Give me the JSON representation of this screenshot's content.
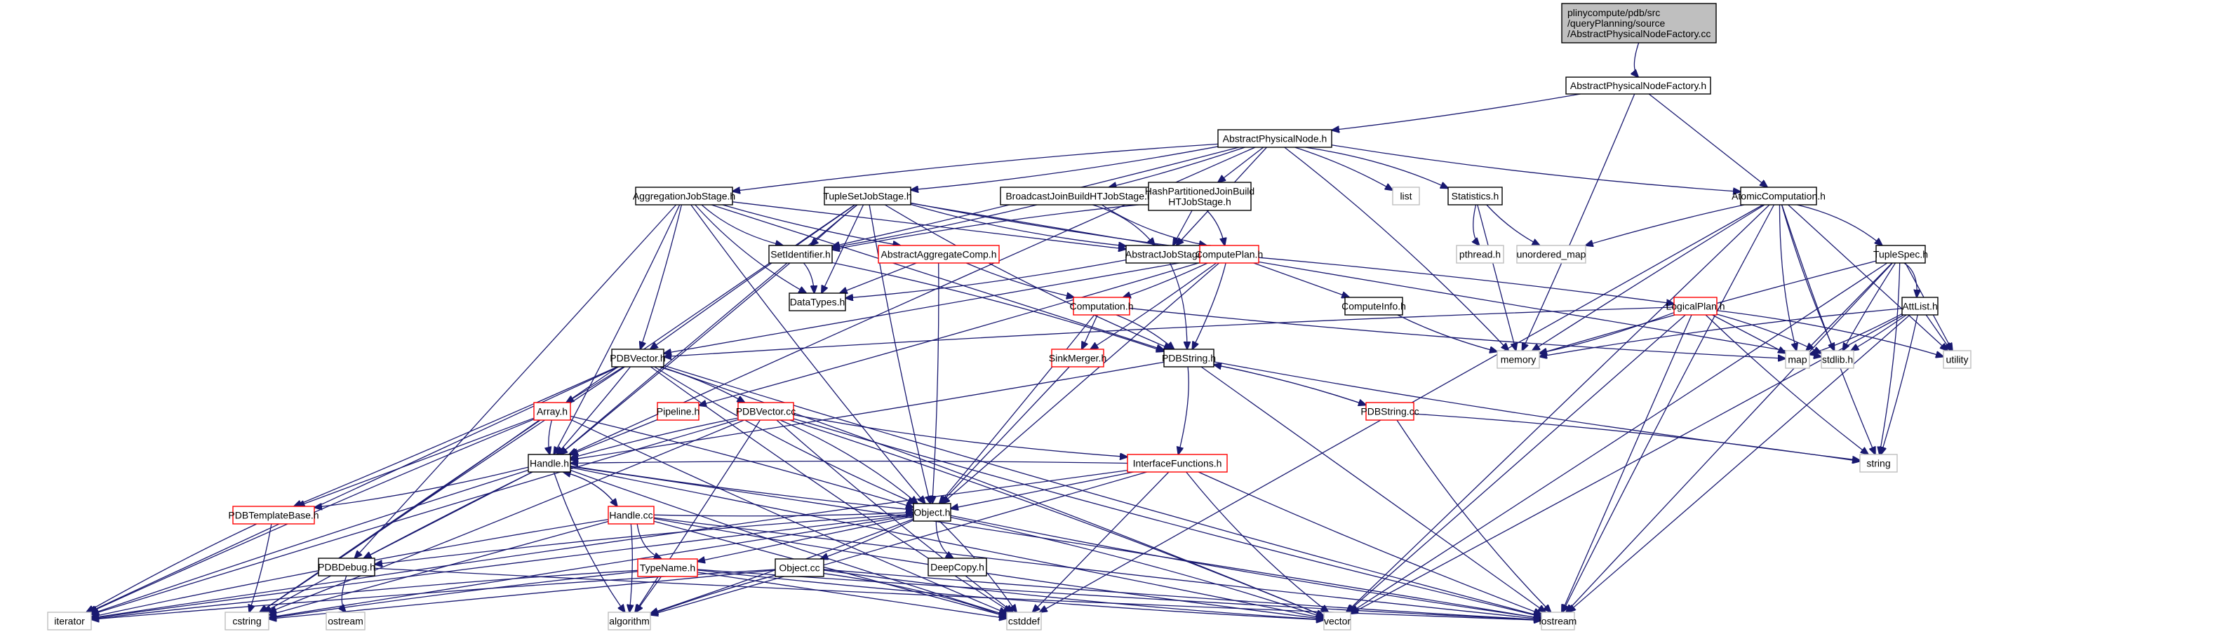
{
  "graph": {
    "title": "Include dependency graph for AbstractPhysicalNodeFactory.cc",
    "edge_color": "#191970",
    "styles": {
      "root": {
        "fill": "#bfbfbf",
        "stroke": "#000000"
      },
      "normal": {
        "fill": "#ffffff",
        "stroke": "#000000"
      },
      "red": {
        "fill": "#ffffff",
        "stroke": "#ff0000"
      },
      "external": {
        "fill": "#ffffff",
        "stroke": "#bfbfbf"
      }
    },
    "nodes": [
      {
        "id": "root",
        "label": [
          "plinycompute/pdb/src",
          "/queryPlanning/source",
          "/AbstractPhysicalNodeFactory.cc"
        ],
        "style": "root"
      },
      {
        "id": "apnf",
        "label": [
          "AbstractPhysicalNodeFactory.h"
        ],
        "style": "normal"
      },
      {
        "id": "apn",
        "label": [
          "AbstractPhysicalNode.h"
        ],
        "style": "normal"
      },
      {
        "id": "ajs",
        "label": [
          "AggregationJobStage.h"
        ],
        "style": "normal"
      },
      {
        "id": "tsjs",
        "label": [
          "TupleSetJobStage.h"
        ],
        "style": "normal"
      },
      {
        "id": "bjb",
        "label": [
          "BroadcastJoinBuildHTJobStage.h"
        ],
        "style": "normal"
      },
      {
        "id": "hpjb",
        "label": [
          "HashPartitionedJoinBuild",
          "HTJobStage.h"
        ],
        "style": "normal"
      },
      {
        "id": "list",
        "label": [
          "list"
        ],
        "style": "external"
      },
      {
        "id": "stats",
        "label": [
          "Statistics.h"
        ],
        "style": "normal"
      },
      {
        "id": "atomic",
        "label": [
          "AtomicComputation.h"
        ],
        "style": "normal"
      },
      {
        "id": "setid",
        "label": [
          "SetIdentifier.h"
        ],
        "style": "normal"
      },
      {
        "id": "aac",
        "label": [
          "AbstractAggregateComp.h"
        ],
        "style": "red"
      },
      {
        "id": "absjs",
        "label": [
          "AbstractJobStage.h"
        ],
        "style": "normal"
      },
      {
        "id": "cplan",
        "label": [
          "ComputePlan.h"
        ],
        "style": "red"
      },
      {
        "id": "pthread",
        "label": [
          "pthread.h"
        ],
        "style": "external"
      },
      {
        "id": "umap",
        "label": [
          "unordered_map"
        ],
        "style": "external"
      },
      {
        "id": "tspec",
        "label": [
          "TupleSpec.h"
        ],
        "style": "normal"
      },
      {
        "id": "dtypes",
        "label": [
          "DataTypes.h"
        ],
        "style": "normal"
      },
      {
        "id": "comp",
        "label": [
          "Computation.h"
        ],
        "style": "red"
      },
      {
        "id": "cinfo",
        "label": [
          "ComputeInfo.h"
        ],
        "style": "normal"
      },
      {
        "id": "lplan",
        "label": [
          "LogicalPlan.h"
        ],
        "style": "red"
      },
      {
        "id": "attlist",
        "label": [
          "AttList.h"
        ],
        "style": "normal"
      },
      {
        "id": "pdbvec",
        "label": [
          "PDBVector.h"
        ],
        "style": "normal"
      },
      {
        "id": "sinkm",
        "label": [
          "SinkMerger.h"
        ],
        "style": "red"
      },
      {
        "id": "pdbstr",
        "label": [
          "PDBString.h"
        ],
        "style": "normal"
      },
      {
        "id": "memory",
        "label": [
          "memory"
        ],
        "style": "external"
      },
      {
        "id": "map",
        "label": [
          "map"
        ],
        "style": "external"
      },
      {
        "id": "stdlib",
        "label": [
          "stdlib.h"
        ],
        "style": "external"
      },
      {
        "id": "utility",
        "label": [
          "utility"
        ],
        "style": "external"
      },
      {
        "id": "array",
        "label": [
          "Array.h"
        ],
        "style": "red"
      },
      {
        "id": "pipeline",
        "label": [
          "Pipeline.h"
        ],
        "style": "red"
      },
      {
        "id": "pdbveccc",
        "label": [
          "PDBVector.cc"
        ],
        "style": "red"
      },
      {
        "id": "pdbstrcc",
        "label": [
          "PDBString.cc"
        ],
        "style": "red"
      },
      {
        "id": "ifuncs",
        "label": [
          "InterfaceFunctions.h"
        ],
        "style": "red"
      },
      {
        "id": "string",
        "label": [
          "string"
        ],
        "style": "external"
      },
      {
        "id": "handle",
        "label": [
          "Handle.h"
        ],
        "style": "normal"
      },
      {
        "id": "ptbase",
        "label": [
          "PDBTemplateBase.h"
        ],
        "style": "red"
      },
      {
        "id": "handlecc",
        "label": [
          "Handle.cc"
        ],
        "style": "red"
      },
      {
        "id": "object",
        "label": [
          "Object.h"
        ],
        "style": "normal"
      },
      {
        "id": "pdbdebug",
        "label": [
          "PDBDebug.h"
        ],
        "style": "normal"
      },
      {
        "id": "typename",
        "label": [
          "TypeName.h"
        ],
        "style": "red"
      },
      {
        "id": "objectcc",
        "label": [
          "Object.cc"
        ],
        "style": "normal"
      },
      {
        "id": "deepcopy",
        "label": [
          "DeepCopy.h"
        ],
        "style": "normal"
      },
      {
        "id": "iterator",
        "label": [
          "iterator"
        ],
        "style": "external"
      },
      {
        "id": "cstring",
        "label": [
          "cstring"
        ],
        "style": "external"
      },
      {
        "id": "ostream",
        "label": [
          "ostream"
        ],
        "style": "external"
      },
      {
        "id": "algorithm",
        "label": [
          "algorithm"
        ],
        "style": "external"
      },
      {
        "id": "cstddef",
        "label": [
          "cstddef"
        ],
        "style": "external"
      },
      {
        "id": "vector",
        "label": [
          "vector"
        ],
        "style": "external"
      },
      {
        "id": "iostream",
        "label": [
          "iostream"
        ],
        "style": "external"
      }
    ],
    "edges": [
      [
        "root",
        "apnf"
      ],
      [
        "apnf",
        "apn"
      ],
      [
        "apnf",
        "atomic"
      ],
      [
        "apnf",
        "memory"
      ],
      [
        "apn",
        "ajs"
      ],
      [
        "apn",
        "tsjs"
      ],
      [
        "apn",
        "bjb"
      ],
      [
        "apn",
        "hpjb"
      ],
      [
        "apn",
        "list"
      ],
      [
        "apn",
        "stats"
      ],
      [
        "apn",
        "atomic"
      ],
      [
        "apn",
        "setid"
      ],
      [
        "apn",
        "absjs"
      ],
      [
        "apn",
        "handle"
      ],
      [
        "apn",
        "memory"
      ],
      [
        "ajs",
        "setid"
      ],
      [
        "ajs",
        "aac"
      ],
      [
        "ajs",
        "absjs"
      ],
      [
        "ajs",
        "pdbvec"
      ],
      [
        "ajs",
        "handle"
      ],
      [
        "ajs",
        "dtypes"
      ],
      [
        "ajs",
        "object"
      ],
      [
        "ajs",
        "pdbstr"
      ],
      [
        "ajs",
        "pdbdebug"
      ],
      [
        "tsjs",
        "setid"
      ],
      [
        "tsjs",
        "absjs"
      ],
      [
        "tsjs",
        "cplan"
      ],
      [
        "tsjs",
        "dtypes"
      ],
      [
        "tsjs",
        "pdbvec"
      ],
      [
        "tsjs",
        "handle"
      ],
      [
        "tsjs",
        "pdbstr"
      ],
      [
        "tsjs",
        "object"
      ],
      [
        "tsjs",
        "stdlib"
      ],
      [
        "tsjs",
        "cstring"
      ],
      [
        "bjb",
        "absjs"
      ],
      [
        "bjb",
        "cplan"
      ],
      [
        "bjb",
        "setid"
      ],
      [
        "hpjb",
        "absjs"
      ],
      [
        "hpjb",
        "cplan"
      ],
      [
        "hpjb",
        "setid"
      ],
      [
        "stats",
        "pthread"
      ],
      [
        "stats",
        "umap"
      ],
      [
        "stats",
        "memory"
      ],
      [
        "atomic",
        "umap"
      ],
      [
        "atomic",
        "tspec"
      ],
      [
        "atomic",
        "map"
      ],
      [
        "atomic",
        "stdlib"
      ],
      [
        "atomic",
        "utility"
      ],
      [
        "atomic",
        "memory"
      ],
      [
        "atomic",
        "vector"
      ],
      [
        "atomic",
        "iostream"
      ],
      [
        "atomic",
        "string"
      ],
      [
        "atomic",
        "cstddef"
      ],
      [
        "setid",
        "dtypes"
      ],
      [
        "setid",
        "pdbstr"
      ],
      [
        "setid",
        "handle"
      ],
      [
        "aac",
        "comp"
      ],
      [
        "aac",
        "dtypes"
      ],
      [
        "aac",
        "object"
      ],
      [
        "absjs",
        "pdbstr"
      ],
      [
        "absjs",
        "dtypes"
      ],
      [
        "cplan",
        "comp"
      ],
      [
        "cplan",
        "cinfo"
      ],
      [
        "cplan",
        "lplan"
      ],
      [
        "cplan",
        "pdbstr"
      ],
      [
        "cplan",
        "sinkm"
      ],
      [
        "cplan",
        "pipeline"
      ],
      [
        "cplan",
        "pdbvec"
      ],
      [
        "cplan",
        "object"
      ],
      [
        "tspec",
        "attlist"
      ],
      [
        "tspec",
        "map"
      ],
      [
        "tspec",
        "stdlib"
      ],
      [
        "tspec",
        "utility"
      ],
      [
        "tspec",
        "memory"
      ],
      [
        "tspec",
        "string"
      ],
      [
        "tspec",
        "iostream"
      ],
      [
        "tspec",
        "vector"
      ],
      [
        "comp",
        "sinkm"
      ],
      [
        "comp",
        "pdbstr"
      ],
      [
        "comp",
        "object"
      ],
      [
        "comp",
        "map"
      ],
      [
        "cinfo",
        "memory"
      ],
      [
        "lplan",
        "map"
      ],
      [
        "lplan",
        "stdlib"
      ],
      [
        "lplan",
        "utility"
      ],
      [
        "lplan",
        "memory"
      ],
      [
        "lplan",
        "string"
      ],
      [
        "lplan",
        "iostream"
      ],
      [
        "lplan",
        "vector"
      ],
      [
        "lplan",
        "pdbvec"
      ],
      [
        "attlist",
        "map"
      ],
      [
        "attlist",
        "stdlib"
      ],
      [
        "attlist",
        "utility"
      ],
      [
        "attlist",
        "string"
      ],
      [
        "attlist",
        "memory"
      ],
      [
        "attlist",
        "iostream"
      ],
      [
        "attlist",
        "vector"
      ],
      [
        "pdbvec",
        "array"
      ],
      [
        "pdbvec",
        "pdbveccc"
      ],
      [
        "pdbvec",
        "handle"
      ],
      [
        "pdbvec",
        "object"
      ],
      [
        "pdbvec",
        "ptbase"
      ],
      [
        "pdbvec",
        "iterator"
      ],
      [
        "pdbvec",
        "cstring"
      ],
      [
        "pdbvec",
        "vector"
      ],
      [
        "pdbvec",
        "iostream"
      ],
      [
        "pdbvec",
        "cstddef"
      ],
      [
        "sinkm",
        "object"
      ],
      [
        "pdbstr",
        "pdbstrcc"
      ],
      [
        "pdbstr",
        "ifuncs"
      ],
      [
        "pdbstr",
        "string"
      ],
      [
        "pdbstr",
        "handle"
      ],
      [
        "pdbstr",
        "iostream"
      ],
      [
        "pdbstrcc",
        "pdbstr"
      ],
      [
        "pdbstrcc",
        "string"
      ],
      [
        "pdbstrcc",
        "iostream"
      ],
      [
        "array",
        "handle"
      ],
      [
        "array",
        "ptbase"
      ],
      [
        "array",
        "object"
      ],
      [
        "array",
        "iterator"
      ],
      [
        "array",
        "cstring"
      ],
      [
        "array",
        "cstddef"
      ],
      [
        "pipeline",
        "handle"
      ],
      [
        "pdbveccc",
        "handle"
      ],
      [
        "pdbveccc",
        "object"
      ],
      [
        "pdbveccc",
        "ifuncs"
      ],
      [
        "pdbveccc",
        "cstring"
      ],
      [
        "pdbveccc",
        "algorithm"
      ],
      [
        "pdbveccc",
        "iterator"
      ],
      [
        "pdbveccc",
        "vector"
      ],
      [
        "pdbveccc",
        "iostream"
      ],
      [
        "pdbveccc",
        "cstddef"
      ],
      [
        "ifuncs",
        "object"
      ],
      [
        "ifuncs",
        "handle"
      ],
      [
        "ifuncs",
        "cstddef"
      ],
      [
        "ifuncs",
        "vector"
      ],
      [
        "ifuncs",
        "iostream"
      ],
      [
        "ifuncs",
        "algorithm"
      ],
      [
        "ifuncs",
        "iterator"
      ],
      [
        "handle",
        "handlecc"
      ],
      [
        "handle",
        "ptbase"
      ],
      [
        "handle",
        "object"
      ],
      [
        "handle",
        "pdbdebug"
      ],
      [
        "handle",
        "iterator"
      ],
      [
        "handle",
        "cstring"
      ],
      [
        "handle",
        "algorithm"
      ],
      [
        "handle",
        "cstddef"
      ],
      [
        "handle",
        "vector"
      ],
      [
        "handle",
        "iostream"
      ],
      [
        "handlecc",
        "handle"
      ],
      [
        "handlecc",
        "typename"
      ],
      [
        "handlecc",
        "object"
      ],
      [
        "handlecc",
        "cstring"
      ],
      [
        "handlecc",
        "algorithm"
      ],
      [
        "handlecc",
        "iterator"
      ],
      [
        "handlecc",
        "vector"
      ],
      [
        "handlecc",
        "iostream"
      ],
      [
        "handlecc",
        "cstddef"
      ],
      [
        "ptbase",
        "cstring"
      ],
      [
        "ptbase",
        "iterator"
      ],
      [
        "object",
        "deepcopy"
      ],
      [
        "object",
        "objectcc"
      ],
      [
        "object",
        "typename"
      ],
      [
        "object",
        "cstddef"
      ],
      [
        "object",
        "vector"
      ],
      [
        "object",
        "iostream"
      ],
      [
        "object",
        "algorithm"
      ],
      [
        "object",
        "cstring"
      ],
      [
        "object",
        "iterator"
      ],
      [
        "object",
        "pdbdebug"
      ],
      [
        "pdbdebug",
        "ostream"
      ],
      [
        "pdbdebug",
        "iostream"
      ],
      [
        "typename",
        "algorithm"
      ],
      [
        "typename",
        "cstring"
      ],
      [
        "typename",
        "iterator"
      ],
      [
        "typename",
        "vector"
      ],
      [
        "typename",
        "iostream"
      ],
      [
        "typename",
        "cstddef"
      ],
      [
        "objectcc",
        "algorithm"
      ],
      [
        "objectcc",
        "cstddef"
      ],
      [
        "objectcc",
        "vector"
      ],
      [
        "objectcc",
        "iostream"
      ],
      [
        "objectcc",
        "cstring"
      ],
      [
        "objectcc",
        "iterator"
      ]
    ]
  }
}
